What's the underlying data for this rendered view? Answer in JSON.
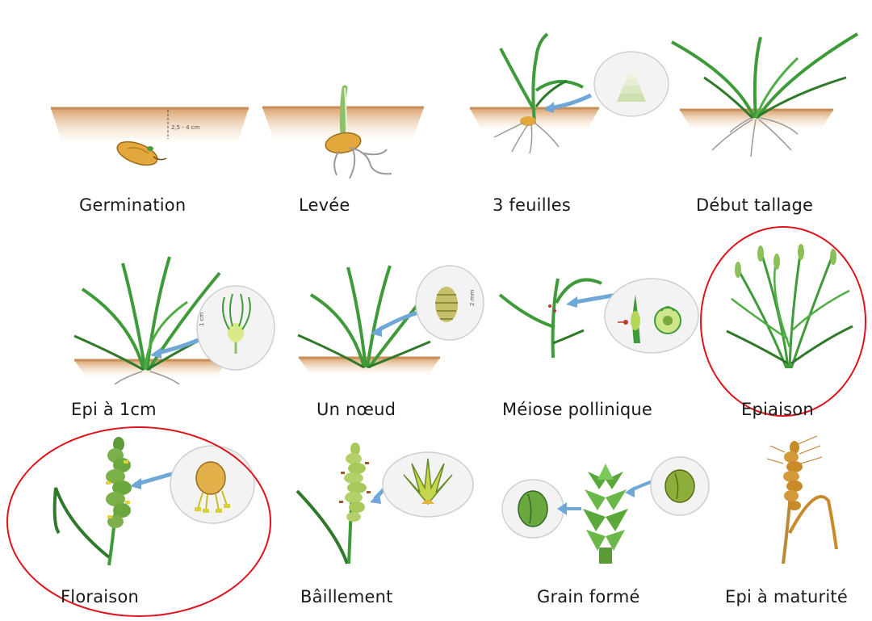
{
  "stages": [
    {
      "id": "germination",
      "label": "Germination",
      "depth_label": "2,5 - 4 cm"
    },
    {
      "id": "levee",
      "label": "Levée"
    },
    {
      "id": "3-feuilles",
      "label": "3 feuilles"
    },
    {
      "id": "debut-tallage",
      "label": "Début tallage"
    },
    {
      "id": "epi-1cm",
      "label": "Epi à 1cm",
      "scale_label": "1 cm"
    },
    {
      "id": "un-noeud",
      "label": "Un nœud",
      "scale_label": "2 mm"
    },
    {
      "id": "meiose-pollinique",
      "label": "Méiose pollinique"
    },
    {
      "id": "epiaison",
      "label": "Epiaison",
      "highlighted": true
    },
    {
      "id": "floraison",
      "label": "Floraison",
      "highlighted": true
    },
    {
      "id": "baillement",
      "label": "Bâillement"
    },
    {
      "id": "grain-forme",
      "label": "Grain formé"
    },
    {
      "id": "epi-maturite",
      "label": "Epi à maturité"
    }
  ],
  "colors": {
    "soil": "#e9c69b",
    "soil_edge": "#c98f5a",
    "leaf": "#3f9a3a",
    "leaf_dark": "#1f6a26",
    "root": "#9a9a9a",
    "arrow": "#6fa8d8",
    "highlight": "#e0121b",
    "seed": "#e2a83c",
    "ripe": "#c98a2a"
  }
}
